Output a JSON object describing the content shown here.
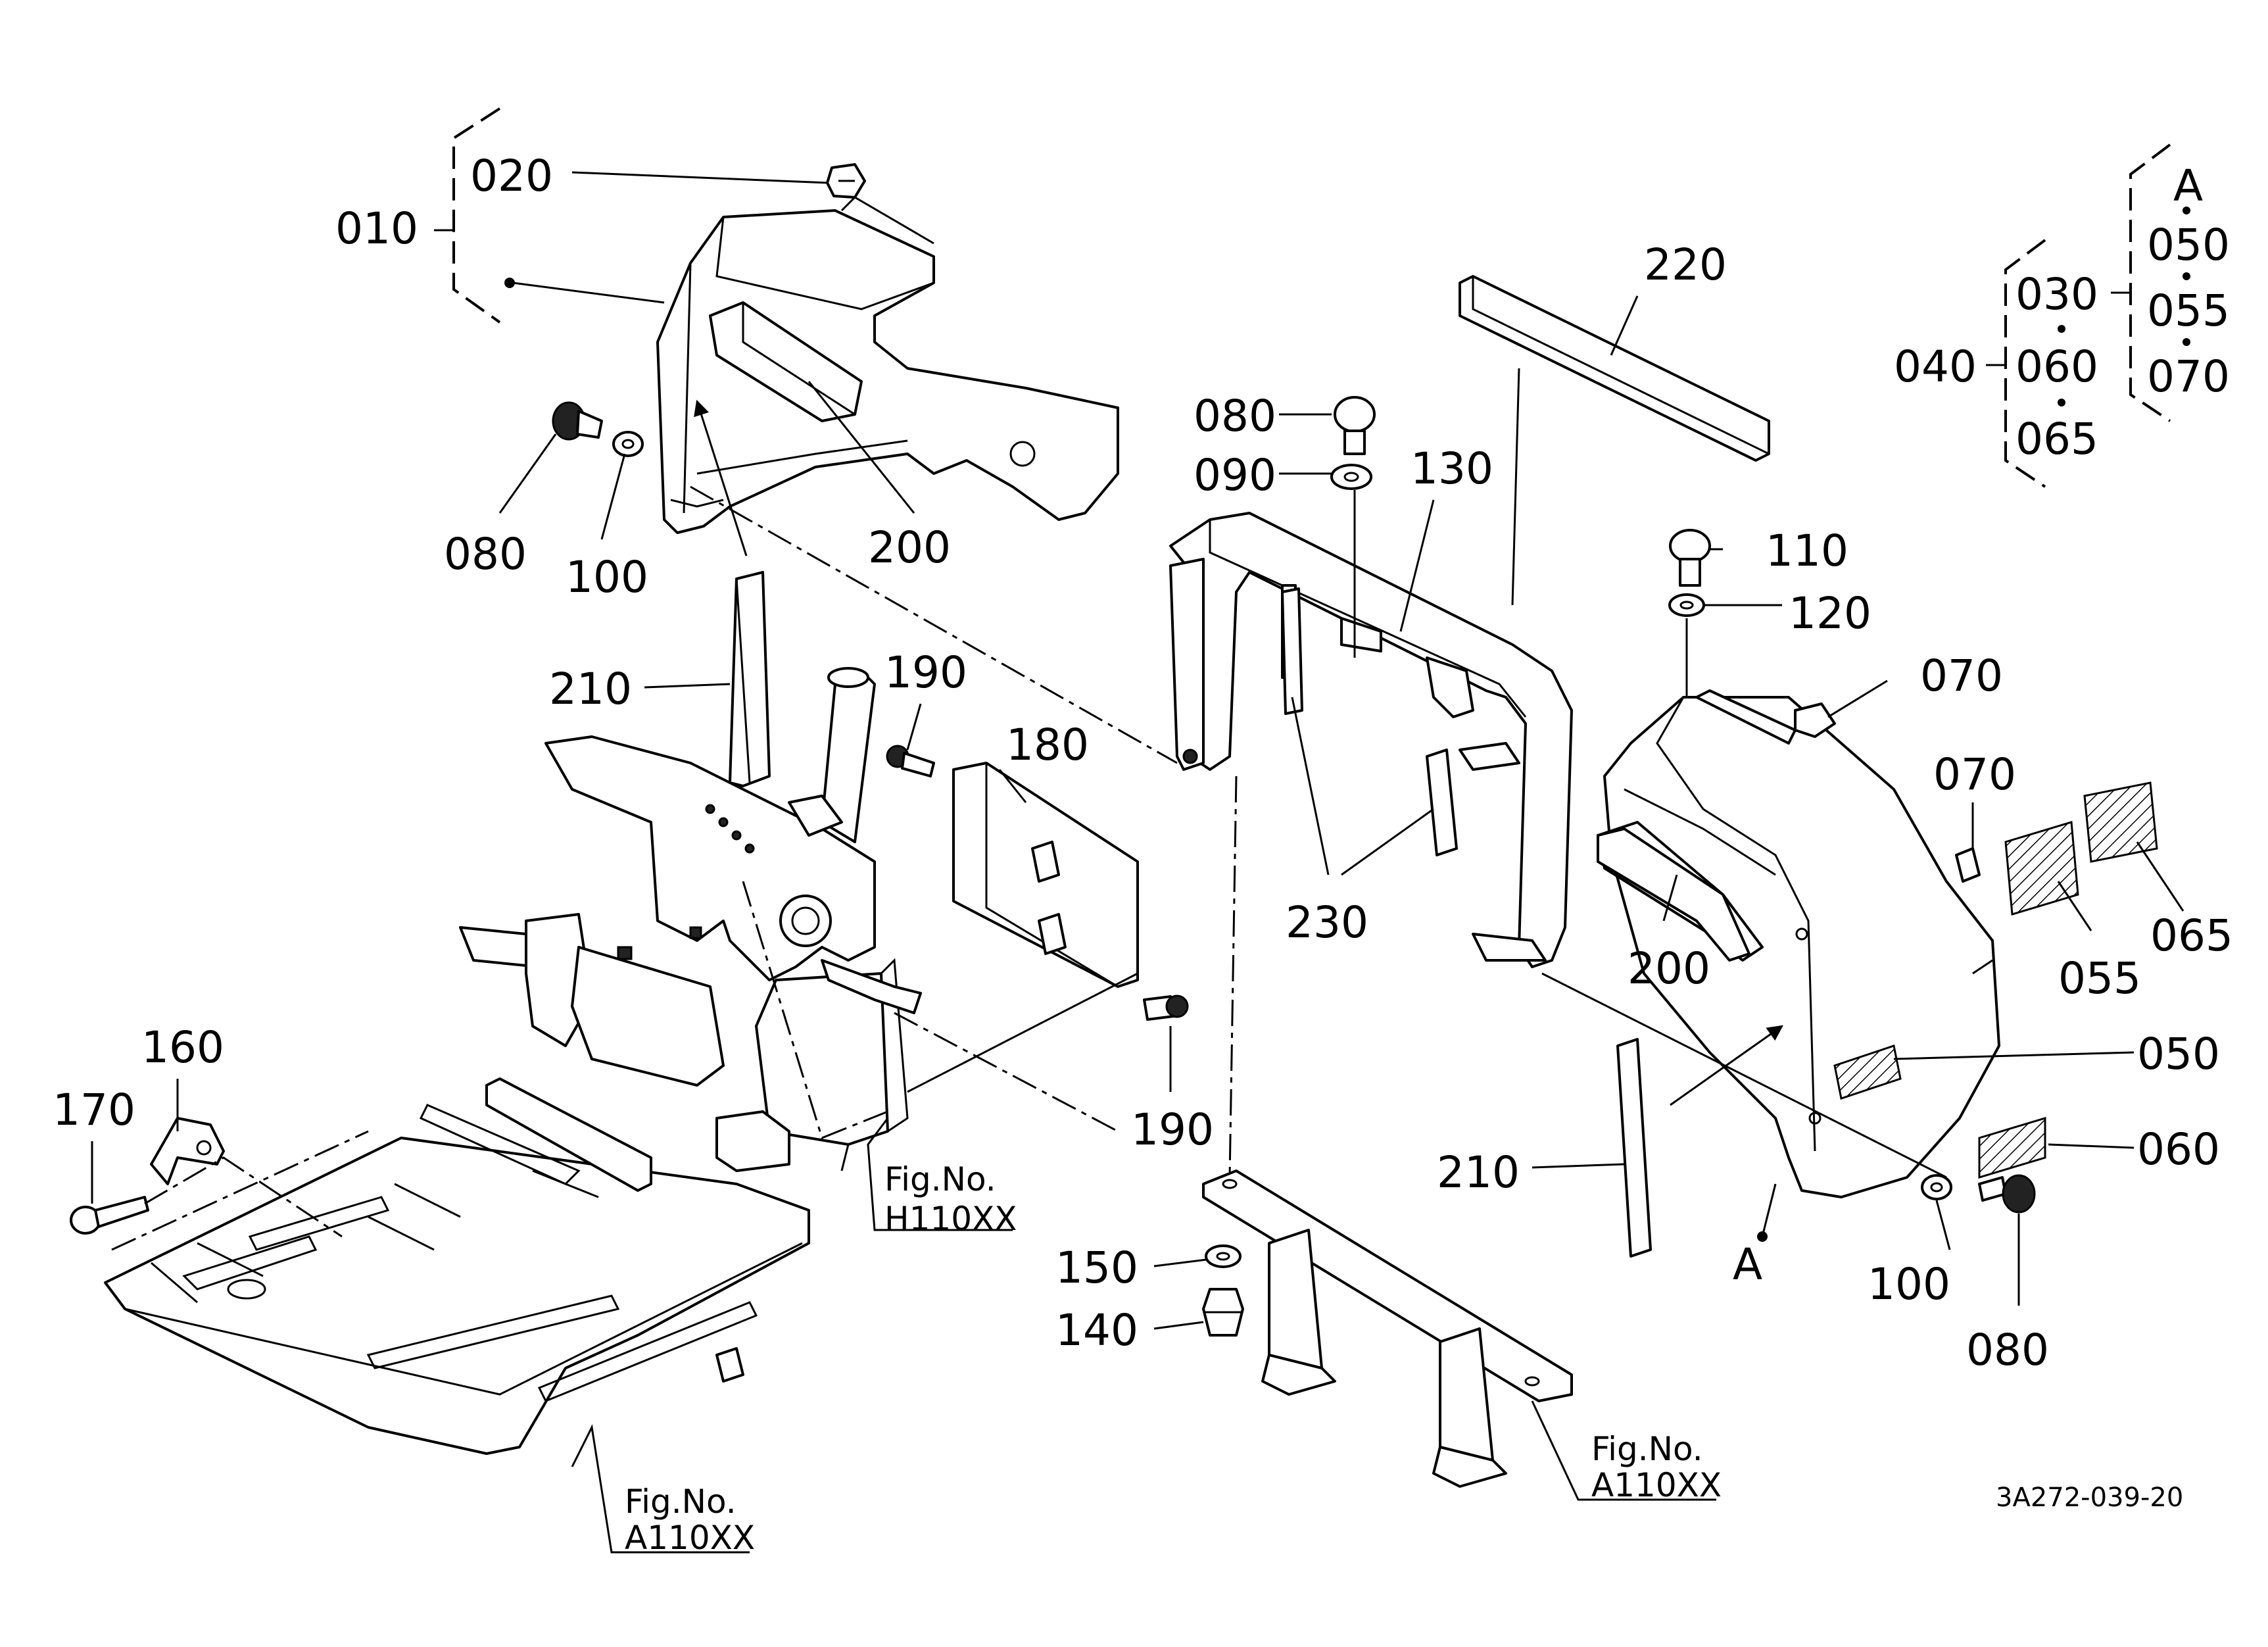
{
  "labels": {
    "l010": "010",
    "l020": "020",
    "l080a": "080",
    "l100a": "100",
    "l200a": "200",
    "l210a": "210",
    "l190a": "190",
    "l180": "180",
    "l190b": "190",
    "l160": "160",
    "l170": "170",
    "l220": "220",
    "l080b": "080",
    "l090": "090",
    "l130": "130",
    "l110": "110",
    "l120": "120",
    "l070a": "070",
    "l070b": "070",
    "l230": "230",
    "l200b": "200",
    "l210b": "210",
    "l150": "150",
    "l140": "140",
    "l050b": "050",
    "l060b": "060",
    "l055b": "055",
    "l065b": "065",
    "l100b": "100",
    "l080c": "080",
    "lA": "A"
  },
  "legend": {
    "a": "A",
    "l050": "050",
    "l055": "055",
    "l070": "070",
    "l030": "030",
    "l060": "060",
    "l065": "065",
    "l040": "040"
  },
  "figrefs": {
    "h110_fig": "Fig.No.",
    "h110_no": "H110XX",
    "a110l_fig": "Fig.No.",
    "a110l_no": "A110XX",
    "a110r_fig": "Fig.No.",
    "a110r_no": "A110XX"
  },
  "drawing_code": "3A272-039-20"
}
